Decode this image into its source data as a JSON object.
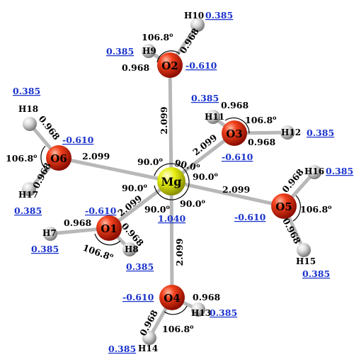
{
  "colors": {
    "oxygen": "#e8200c",
    "hydrogen": "#d8d8d8",
    "magnesium": "#e6ee10",
    "bond": "#b8b8b8",
    "charge_text": "#1a33cc"
  },
  "atoms": {
    "mg": {
      "label": "Mg",
      "charge": "1.040"
    },
    "o1": {
      "label": "O1",
      "charge": "-0.610"
    },
    "o2": {
      "label": "O2",
      "charge": "-0.610"
    },
    "o3": {
      "label": "O3",
      "charge": "-0.610"
    },
    "o4": {
      "label": "O4",
      "charge": "-0.610"
    },
    "o5": {
      "label": "O5",
      "charge": "-0.610"
    },
    "o6": {
      "label": "O6",
      "charge": "-0.610"
    },
    "h7": {
      "label": "H7",
      "charge": "0.385"
    },
    "h8": {
      "label": "H8",
      "charge": "0.385"
    },
    "h9": {
      "label": "H9",
      "charge": "0.385"
    },
    "h10": {
      "label": "H10",
      "charge": "0.385"
    },
    "h11": {
      "label": "H11",
      "charge": "0.385"
    },
    "h12": {
      "label": "H12",
      "charge": "0.385"
    },
    "h13": {
      "label": "H13",
      "charge": "0.385"
    },
    "h14": {
      "label": "H14",
      "charge": "0.385"
    },
    "h15": {
      "label": "H15",
      "charge": "0.385"
    },
    "h16": {
      "label": "H16",
      "charge": "0.385"
    },
    "h17": {
      "label": "H17",
      "charge": "0.385"
    },
    "h18": {
      "label": "H18",
      "charge": "0.385"
    }
  },
  "bond_lengths": {
    "mg_o": "2.099",
    "o_h": "0.968"
  },
  "angles": {
    "hoh": "106.8",
    "omgo": "90.0",
    "degree_symbol": "o"
  }
}
